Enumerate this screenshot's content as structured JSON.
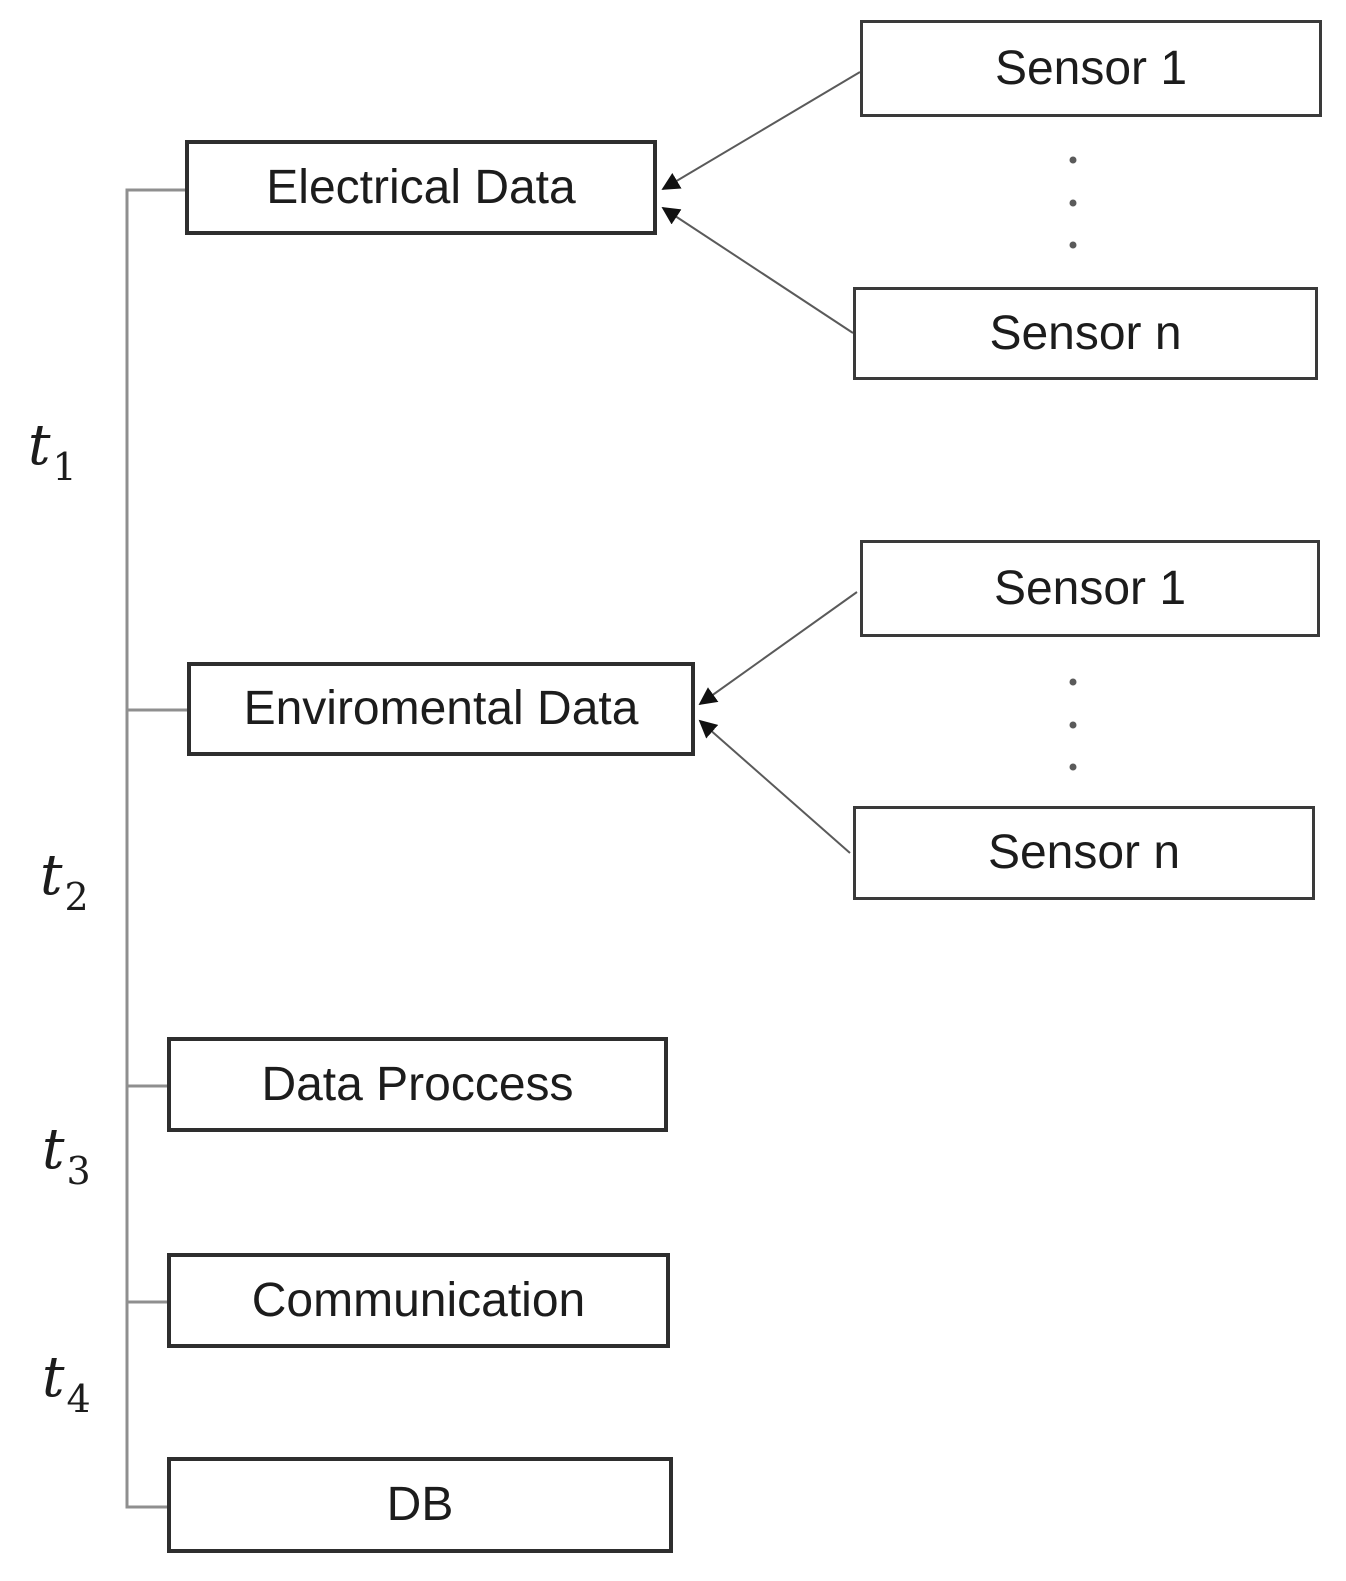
{
  "diagram": {
    "stages": [
      {
        "label": "Electrical Data"
      },
      {
        "label": "Enviromental Data"
      },
      {
        "label": "Data Proccess"
      },
      {
        "label": "Communication"
      },
      {
        "label": "DB"
      }
    ],
    "sensor_groups": [
      {
        "top_label": "Sensor 1",
        "bottom_label": "Sensor n",
        "ellipsis": "⋮",
        "connects_to": "Electrical Data"
      },
      {
        "top_label": "Sensor 1",
        "bottom_label": "Sensor n",
        "ellipsis": "⋮",
        "connects_to": "Enviromental Data"
      }
    ],
    "time_labels": [
      {
        "base": "t",
        "sub": "1"
      },
      {
        "base": "t",
        "sub": "2"
      },
      {
        "base": "t",
        "sub": "3"
      },
      {
        "base": "t",
        "sub": "4"
      }
    ]
  },
  "colors": {
    "background": "#ffffff",
    "box_border": "#2e2e2e",
    "sensor_border": "#3a3a3a",
    "connector": "#8f8f8f",
    "diagonal": "#5a5a5a",
    "arrowhead": "#111111",
    "text": "#1c1c1c"
  }
}
